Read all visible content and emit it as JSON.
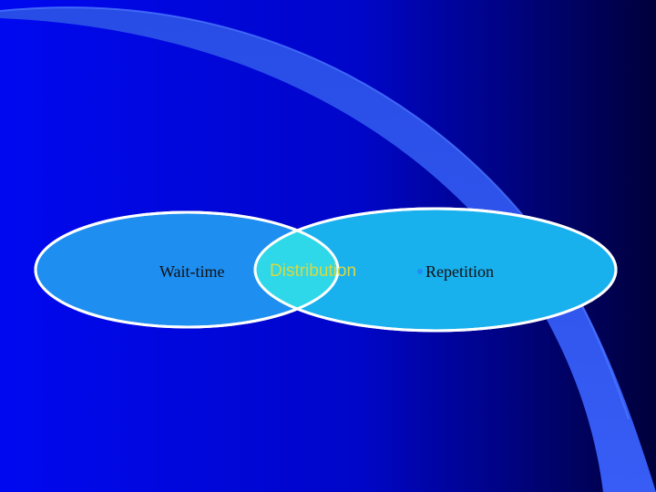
{
  "slide": {
    "colors": {
      "background_left": "#0008f0",
      "background_right": "#00003a",
      "curve_light": "#3a62ff",
      "ellipse_left_fill": "#1e8ef0",
      "ellipse_right_fill": "#19b0ee",
      "overlap_fill": "#2ed8e8",
      "outline": "#ffffff",
      "distribution_text": "#d8d840",
      "bullet": "#1e8ef0"
    }
  },
  "venn": {
    "left_label": "Wait-time",
    "center_label": "Distribution",
    "right_label": "Repetition"
  }
}
